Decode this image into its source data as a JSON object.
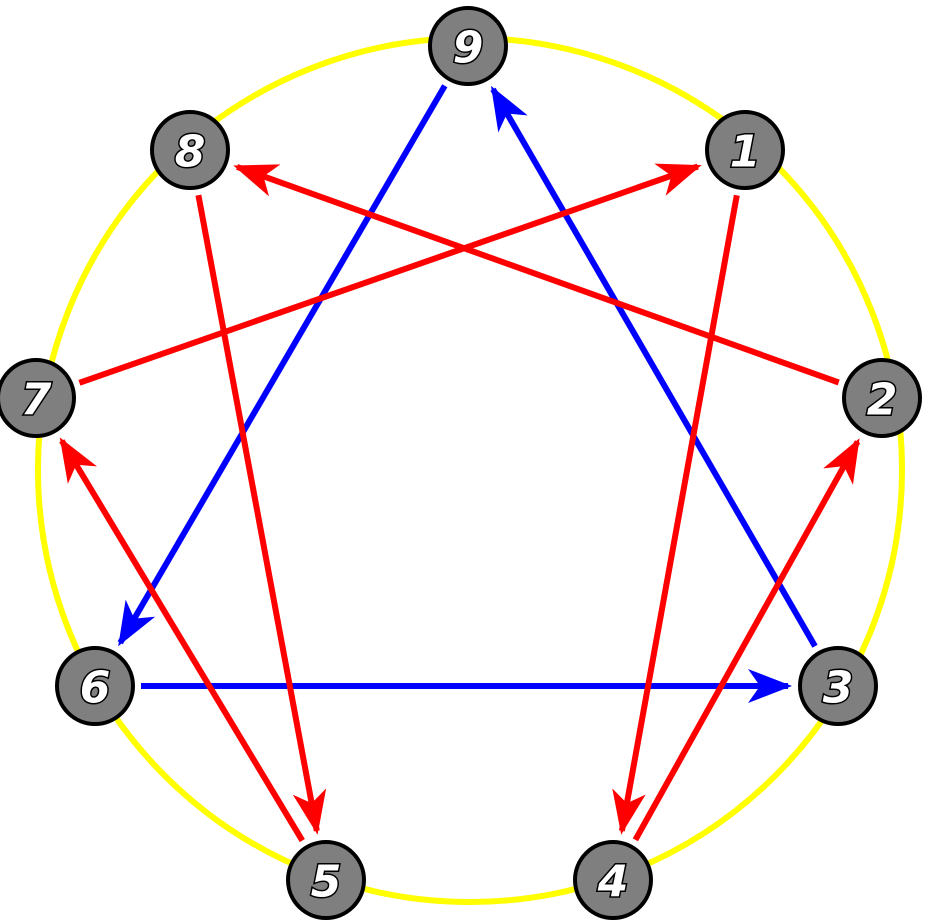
{
  "colors": {
    "ring": "#ffff00",
    "node_fill": "#7f7f7f",
    "node_stroke": "#000000",
    "red": "#ff0000",
    "blue": "#0000ff"
  },
  "nodes": [
    {
      "id": "9",
      "label": "9"
    },
    {
      "id": "1",
      "label": "1"
    },
    {
      "id": "2",
      "label": "2"
    },
    {
      "id": "3",
      "label": "3"
    },
    {
      "id": "4",
      "label": "4"
    },
    {
      "id": "5",
      "label": "5"
    },
    {
      "id": "6",
      "label": "6"
    },
    {
      "id": "7",
      "label": "7"
    },
    {
      "id": "8",
      "label": "8"
    }
  ],
  "edges": [
    {
      "from": "9",
      "to": "6",
      "color": "blue"
    },
    {
      "from": "6",
      "to": "3",
      "color": "blue"
    },
    {
      "from": "3",
      "to": "9",
      "color": "blue"
    },
    {
      "from": "1",
      "to": "4",
      "color": "red"
    },
    {
      "from": "4",
      "to": "2",
      "color": "red"
    },
    {
      "from": "2",
      "to": "8",
      "color": "red"
    },
    {
      "from": "8",
      "to": "5",
      "color": "red"
    },
    {
      "from": "5",
      "to": "7",
      "color": "red"
    },
    {
      "from": "7",
      "to": "1",
      "color": "red"
    }
  ]
}
